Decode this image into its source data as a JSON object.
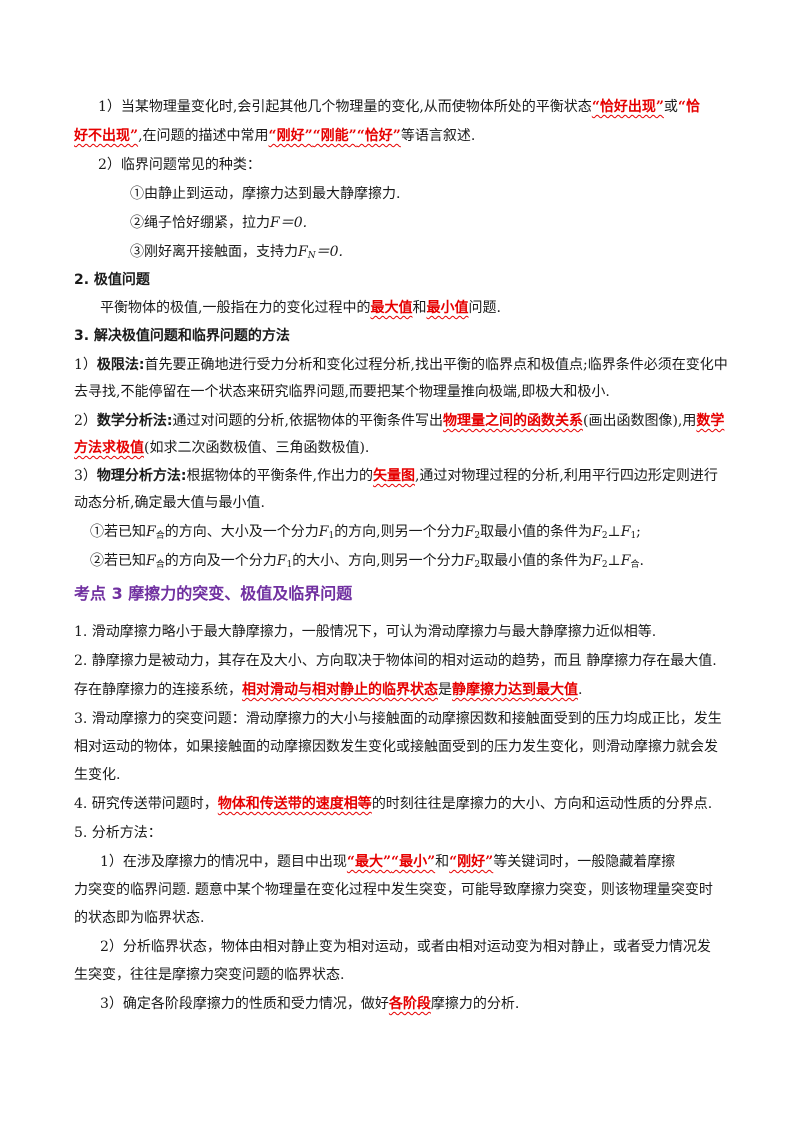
{
  "block1": {
    "l1_a": "1）当某物理量变化时,会引起其他几个物理量的变化,从而使物体所处的平衡状态",
    "l1_h1": "“恰好出现”",
    "l1_b": "或",
    "l1_h2a": "“恰",
    "l2_h2b": "好不出现”",
    "l2_a": ",在问题的描述中常用",
    "l2_h3": "“刚好”",
    "l2_h4": "“刚能”",
    "l2_h5": "“恰好”",
    "l2_b": "等语言叙述."
  },
  "block2": {
    "title": "2）临界问题常见的种类：",
    "i1": "①由静止到运动，摩擦力达到最大静摩擦力.",
    "i2_a": "②绳子恰好绷紧，拉力",
    "i2_var": "F＝0.",
    "i3_a": "③刚好离开接触面，支持力",
    "i3_var": "F",
    "i3_sub": "N",
    "i3_b": "＝0."
  },
  "section2": {
    "title": "2. 极值问题",
    "text_a": "平衡物体的极值,一般指在力的变化过程中的",
    "h1": "最大值",
    "text_b": "和",
    "h2": "最小值",
    "text_c": "问题."
  },
  "section3": {
    "title": "3. 解决极值问题和临界问题的方法",
    "m1_num": "1）",
    "m1_label": "极限法:",
    "m1_text": "首先要正确地进行受力分析和变化过程分析,找出平衡的临界点和极值点;临界条件必须在变化中",
    "m1_text2": "去寻找,不能停留在一个状态来研究临界问题,而要把某个物理量推向极端,即极大和极小.",
    "m2_num": "2）",
    "m2_label": "数学分析法:",
    "m2_text": "通过对问题的分析,依据物体的平衡条件写出",
    "m2_h1": "物理量之间的函数关系",
    "m2_text_b": "(画出函数图像),用",
    "m2_h2a": "数学",
    "m2_h2b": "方法求极值",
    "m2_text2": "(如求二次函数极值、三角函数极值).",
    "m3_num": "3）",
    "m3_label": "物理分析方法:",
    "m3_text": "根据物体的平衡条件,作出力的",
    "m3_h1": "矢量图",
    "m3_text_b": ",通过对物理过程的分析,利用平行四边形定则进行",
    "m3_text2": "动态分析,确定最大值与最小值.",
    "c1_a": "①若已知",
    "c1_F": "F",
    "c1_sub": "合",
    "c1_b": "的方向、大小及一个分力",
    "c1_F1": "F",
    "c1_F1sub": "1",
    "c1_c": "的方向,则另一个分力",
    "c1_F2": "F",
    "c1_F2sub": "2",
    "c1_d": "取最小值的条件为",
    "c1_e": "F",
    "c1_esub": "2",
    "c1_f": "⊥",
    "c1_g": "F",
    "c1_gsub": "1",
    "c1_h": ";",
    "c2_a": "②若已知",
    "c2_F": "F",
    "c2_sub": "合",
    "c2_b": "的方向及一个分力",
    "c2_F1": "F",
    "c2_F1sub": "1",
    "c2_c": "的大小、方向,则另一个分力",
    "c2_F2": "F",
    "c2_F2sub": "2",
    "c2_d": "取最小值的条件为",
    "c2_e": "F",
    "c2_esub": "2",
    "c2_f": "⊥",
    "c2_g": "F",
    "c2_gsub": "合",
    "c2_h": "."
  },
  "topic3": {
    "heading": "考点 3  摩擦力的突变、极值及临界问题"
  },
  "friction": {
    "p1": "1. 滑动摩擦力略小于最大静摩擦力，一般情况下，可认为滑动摩擦力与最大静摩擦力近似相等.",
    "p2": "2. 静摩擦力是被动力，其存在及大小、方向取决于物体间的相对运动的趋势，而且 静摩擦力存在最大值.",
    "p2b_a": "存在静摩擦力的连接系统，",
    "p2b_h1": "相对滑动与相对静止的临界状态",
    "p2b_b": "是",
    "p2b_h2": "静摩擦力达到最大值",
    "p2b_c": ".",
    "p3": "3. 滑动摩擦力的突变问题：滑动摩擦力的大小与接触面的动摩擦因数和接触面受到的压力均成正比，发生",
    "p3b": "相对运动的物体，如果接触面的动摩擦因数发生变化或接触面受到的压力发生变化，则滑动摩擦力就会发",
    "p3c": "生变化.",
    "p4_a": "4. 研究传送带问题时，",
    "p4_h": "物体和传送带的速度相等",
    "p4_b": "的时刻往往是摩擦力的大小、方向和运动性质的分界点.",
    "p5": "5. 分析方法：",
    "s1_a": "1）在涉及摩擦力的情况中，题目中出现",
    "s1_h1": "“最大”",
    "s1_h2": "“最小”",
    "s1_b": "和",
    "s1_h3": "“刚好”",
    "s1_c": "等关键词时，一般隐藏着摩擦",
    "s1_l2": "力突变的临界问题. 题意中某个物理量在变化过程中发生突变，可能导致摩擦力突变，则该物理量突变时",
    "s1_l3": "的状态即为临界状态.",
    "s2_l1": "2）分析临界状态，物体由相对静止变为相对运动，或者由相对运动变为相对静止，或者受力情况发",
    "s2_l2": "生突变，往往是摩擦力突变问题的临界状态.",
    "s3_a": "3）确定各阶段摩擦力的性质和受力情况，做好",
    "s3_h": "各阶段",
    "s3_b": "摩擦力的分析."
  }
}
